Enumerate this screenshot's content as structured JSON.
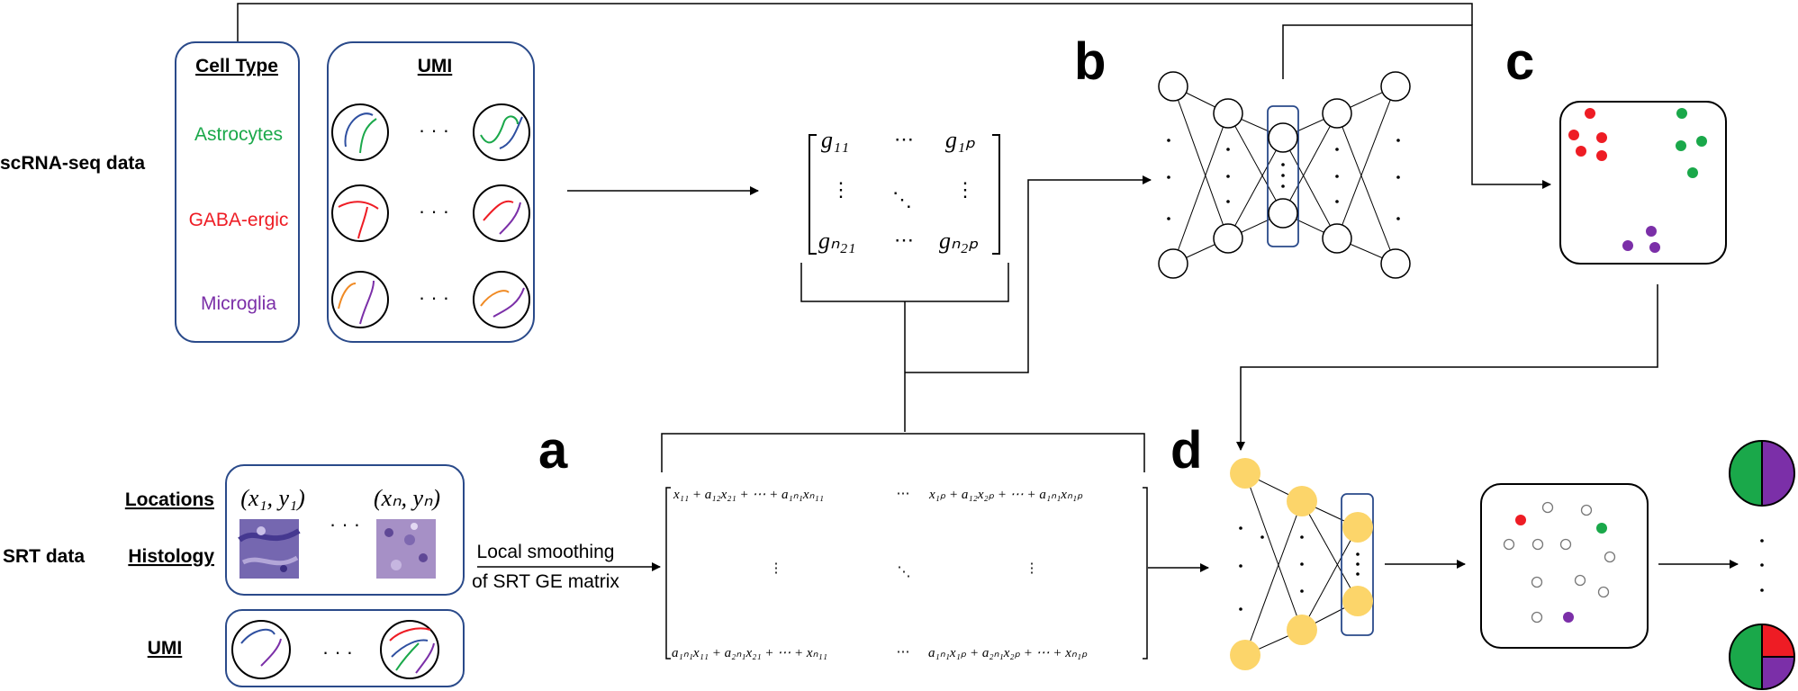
{
  "figure": {
    "panel_labels": {
      "a": "a",
      "b": "b",
      "c": "c",
      "d": "d"
    },
    "scrna": {
      "title": "scRNA-seq data",
      "cell_type_header": "Cell Type",
      "umi_header": "UMI",
      "cell_types": [
        {
          "name": "Astrocytes",
          "color": "#1aa84a"
        },
        {
          "name": "GABA-ergic",
          "color": "#ee1c24"
        },
        {
          "name": "Microglia",
          "color": "#7b2fa8"
        }
      ]
    },
    "srt": {
      "title": "SRT data",
      "locations_label": "Locations",
      "histology_label": "Histology",
      "umi_label": "UMI",
      "loc_first": "(x₁, y₁)",
      "loc_last": "(xₙ, yₙ)"
    },
    "g_matrix": {
      "top_left": "g₁₁",
      "top_right": "g₁ₚ",
      "bottom_left": "gₙ₂₁",
      "bottom_right": "gₙ₂ₚ",
      "ellipsis": "⋯",
      "vdots": "⋮",
      "ddots": "⋱"
    },
    "smoothing_label_line1": "Local smoothing",
    "smoothing_label_line2": "of SRT GE matrix",
    "x_matrix": {
      "top_left": "x₁₁ + a₁₂x₂₁ + ⋯ + a₁ₙ₁xₙ₁₁",
      "top_right": "x₁ₚ + a₁₂x₂ₚ + ⋯ + a₁ₙ₁xₙ₁ₚ",
      "bottom_left": "a₁ₙ₁x₁₁ + a₂ₙ₁x₂₁ + ⋯ + xₙ₁₁",
      "bottom_right": "a₁ₙ₁x₁ₚ + a₂ₙ₁x₂ₚ + ⋯ + xₙ₁ₚ",
      "ellipsis": "⋯",
      "vdots": "⋮",
      "ddots": "⋱"
    },
    "colors": {
      "box_border": "#2a4a8a",
      "node_fill_d": "#fcd56a",
      "green": "#1aa84a",
      "red": "#ee1c24",
      "purple": "#7b2fa8",
      "orange": "#f08a24",
      "blue": "#2e4fa0"
    }
  }
}
